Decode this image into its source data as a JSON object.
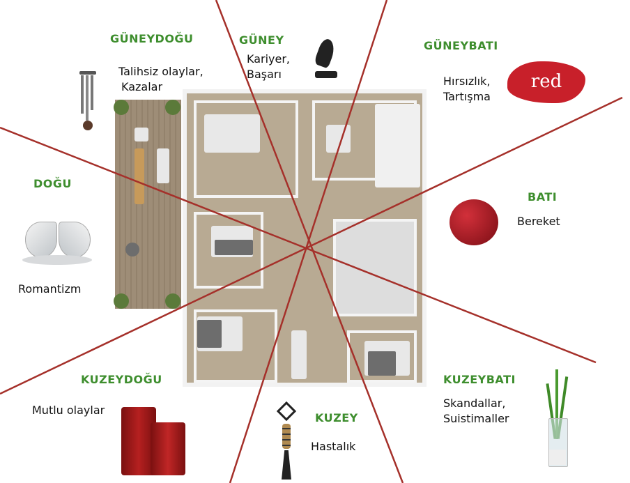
{
  "directions": {
    "southeast": {
      "label": "GÜNEYDOĞU",
      "meaning_lines": [
        "Talihsiz olaylar,",
        "Kazalar"
      ]
    },
    "south": {
      "label": "GÜNEY",
      "meaning_lines": [
        "Kariyer,",
        "Başarı"
      ]
    },
    "southwest": {
      "label": "GÜNEYBATI",
      "meaning_lines": [
        "Hırsızlık,",
        "Tartışma"
      ],
      "logo_text": "red"
    },
    "east": {
      "label": "DOĞU",
      "meaning_lines": [
        "Romantizm"
      ]
    },
    "west": {
      "label": "BATI",
      "meaning_lines": [
        "Bereket"
      ]
    },
    "northeast": {
      "label": "KUZEYDOĞU",
      "meaning_lines": [
        "Mutlu olaylar"
      ]
    },
    "north": {
      "label": "KUZEY",
      "meaning_lines": [
        "Hastalık"
      ]
    },
    "northwest": {
      "label": "KUZEYBATI",
      "meaning_lines": [
        "Skandallar,",
        "Suistimaller"
      ]
    }
  },
  "colors": {
    "label_green": "#3e8e2e",
    "line_red": "#a5302a",
    "logo_red": "#c8202a"
  }
}
